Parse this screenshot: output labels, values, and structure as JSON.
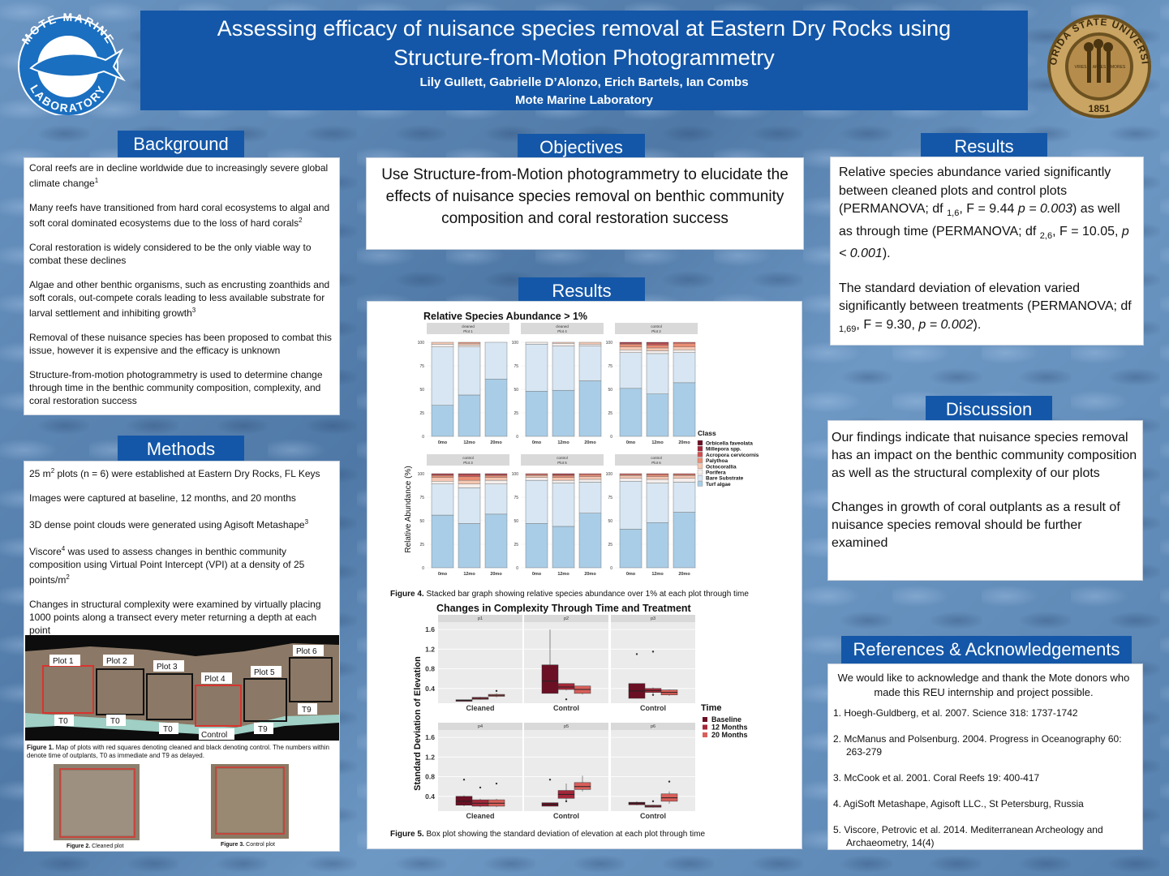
{
  "title": {
    "line1": "Assessing efficacy of nuisance species removal at Eastern Dry Rocks using",
    "line2": "Structure-from-Motion Photogrammetry",
    "authors": "Lily Gullett, Gabrielle D’Alonzo, Erich Bartels, Ian Combs",
    "institution": "Mote Marine Laboratory"
  },
  "logos": {
    "left": {
      "text_top": "MOTE MARINE",
      "text_bottom": "LABORATORY"
    },
    "right": {
      "text": "FLORIDA STATE UNIVERSITY",
      "year": "1851",
      "banner1": "VIRES",
      "banner2": "ARTES",
      "banner3": "MORES"
    }
  },
  "background": {
    "header": "Background",
    "p1": "Coral reefs are in decline worldwide due to increasingly severe global climate change",
    "p1_sup": "1",
    "p2": "Many reefs have transitioned from hard coral ecosystems to algal and soft coral dominated ecosystems due to the loss of hard corals",
    "p2_sup": "2",
    "p3": "Coral restoration is widely considered to be the only viable way to combat these declines",
    "p4": "Algae and other benthic organisms, such as encrusting zoanthids and soft corals, out-compete corals leading to less available substrate for larval settlement and inhibiting growth",
    "p4_sup": "3",
    "p5": "Removal of these nuisance species has been proposed to combat this issue, however it is expensive and the efficacy is unknown",
    "p6": "Structure-from-motion photogrammetry is used to determine change through time in the benthic community composition, complexity, and coral restoration success"
  },
  "methods": {
    "header": "Methods",
    "p1a": "25 m",
    "p1_sup": "2",
    "p1b": " plots (n = 6)  were established at Eastern Dry Rocks, FL Keys",
    "p2": "Images were captured at baseline, 12 months, and 20 months",
    "p3": "3D dense point clouds were generated using Agisoft Metashape",
    "p3_sup": "3",
    "p4a": "Viscore",
    "p4_sup": "4",
    "p4b": " was used to assess changes in benthic community composition using Virtual Point Intercept (VPI) at a density of 25 points/m",
    "p4_sup2": "2",
    "p5": "Changes in structural complexity were examined by virtually placing 1000 points along a transect every meter returning a depth at each point",
    "map_labels": [
      "Plot 1",
      "Plot 2",
      "Plot 3",
      "Plot 4",
      "Plot 5",
      "Plot 6",
      "T0",
      "T0",
      "T0",
      "Control",
      "T9",
      "T9"
    ],
    "fig1_label": "Figure 1.",
    "fig1_caption": " Map of plots with red squares denoting cleaned and black denoting control.  The numbers within denote time of outplants, T0 as immediate and T9 as delayed.",
    "fig2_label": "Figure 2.",
    "fig2_caption": " Cleaned plot",
    "fig3_label": "Figure 3.",
    "fig3_caption": " Control plot"
  },
  "objectives": {
    "header": "Objectives",
    "text": "Use Structure-from-Motion photogrammetry to elucidate the effects of nuisance species removal on benthic community composition and coral restoration success"
  },
  "results_center": {
    "header": "Results",
    "fig4_label": "Figure 4.",
    "fig4_caption": " Stacked bar graph showing relative species abundance over 1% at each plot through time",
    "fig5_label": "Figure 5.",
    "fig5_caption": " Box plot showing the standard deviation of elevation  at each plot through time"
  },
  "results_right": {
    "header": "Results",
    "p1a": "Relative species abundance varied significantly between cleaned plots and control plots (PERMANOVA; df ",
    "p1_sub1": "1,6",
    "p1b": ",  F = 9.44 ",
    "p1_p1": "p = 0.003",
    "p1c": ") as well as through time (PERMANOVA; df ",
    "p1_sub2": "2,6",
    "p1d": ", F = 10.05, ",
    "p1_p2": "p < 0.001",
    "p1e": ").",
    "p2a": "The standard deviation of elevation varied significantly between treatments (PERMANOVA; df ",
    "p2_sub": "1,69",
    "p2b": ",  F = 9.30, ",
    "p2_p": "p = 0.002",
    "p2c": ")."
  },
  "discussion": {
    "header": "Discussion",
    "p1": "Our findings indicate that nuisance species removal has an impact on the benthic community composition as well as the structural complexity of our plots",
    "p2": "Changes in growth of coral outplants as a result of nuisance species removal should be further examined"
  },
  "references": {
    "header": "References & Acknowledgements",
    "ack": "We would like to acknowledge and thank the Mote donors who made this REU internship and project possible.",
    "items": [
      "1.  Hoegh-Guldberg, et al. 2007. Science 318: 1737-1742",
      "2.  McManus and Polsenburg. 2004. Progress in Oceanography 60: 263-279",
      "3.  McCook et al. 2001. Coral Reefs 19: 400-417",
      "4.  AgiSoft Metashape, Agisoft LLC., St Petersburg, Russia",
      "5.  Viscore, Petrovic et al. 2014. Mediterranean Archeology and Archaeometry, 14(4)"
    ]
  },
  "chart_data": [
    {
      "type": "bar",
      "stacked": true,
      "title": "Relative Species Abundance > 1%",
      "ylabel": "Relative Abundance (%)",
      "ylim": [
        0,
        100
      ],
      "yticks": [
        "0",
        "25",
        "50",
        "75",
        "100"
      ],
      "categories": [
        "0mo",
        "12mo",
        "20mo"
      ],
      "legend_title": "Class",
      "legend_position": "right",
      "classes": [
        "Orbicella faveolata",
        "Millepora spp.",
        "Acropora cervicornis",
        "Palythoa",
        "Octocorallia",
        "Porifera",
        "Bare Substrate",
        "Turf algae"
      ],
      "colors": {
        "Orbicella faveolata": "#6b0f24",
        "Millepora spp.": "#a4283a",
        "Acropora cervicornis": "#cf4f4f",
        "Palythoa": "#ea8e74",
        "Octocorallia": "#f5c7b2",
        "Porifera": "#f4eeec",
        "Bare Substrate": "#d7e6f2",
        "Turf algae": "#a9cde6"
      },
      "panels": [
        {
          "strip1": "cleaned",
          "strip2": "Plot 1",
          "stacks": [
            {
              "Turf algae": 33,
              "Bare Substrate": 62,
              "Porifera": 3,
              "Octocorallia": 2
            },
            {
              "Turf algae": 44,
              "Bare Substrate": 51,
              "Porifera": 2,
              "Octocorallia": 2,
              "Palythoa": 1
            },
            {
              "Turf algae": 61,
              "Bare Substrate": 39
            }
          ]
        },
        {
          "strip1": "cleaned",
          "strip2": "Plot 4",
          "stacks": [
            {
              "Turf algae": 48,
              "Bare Substrate": 50,
              "Porifera": 2
            },
            {
              "Turf algae": 49,
              "Bare Substrate": 47,
              "Porifera": 3,
              "Octocorallia": 1
            },
            {
              "Turf algae": 59,
              "Bare Substrate": 37,
              "Porifera": 2,
              "Octocorallia": 2
            }
          ]
        },
        {
          "strip1": "control",
          "strip2": "Plot 2",
          "stacks": [
            {
              "Turf algae": 51,
              "Bare Substrate": 38,
              "Porifera": 3,
              "Octocorallia": 3,
              "Palythoa": 3,
              "Acropora cervicornis": 1,
              "Millepora spp.": 1
            },
            {
              "Turf algae": 45,
              "Bare Substrate": 43,
              "Porifera": 3,
              "Octocorallia": 3,
              "Palythoa": 3,
              "Acropora cervicornis": 2,
              "Millepora spp.": 1
            },
            {
              "Turf algae": 57,
              "Bare Substrate": 32,
              "Porifera": 3,
              "Octocorallia": 3,
              "Palythoa": 4,
              "Acropora cervicornis": 1
            }
          ]
        },
        {
          "strip1": "control",
          "strip2": "Plot 3",
          "stacks": [
            {
              "Turf algae": 56,
              "Bare Substrate": 33,
              "Porifera": 3,
              "Octocorallia": 4,
              "Palythoa": 2,
              "Acropora cervicornis": 1,
              "Millepora spp.": 1
            },
            {
              "Turf algae": 47,
              "Bare Substrate": 38,
              "Porifera": 4,
              "Octocorallia": 4,
              "Palythoa": 4,
              "Acropora cervicornis": 2,
              "Millepora spp.": 1
            },
            {
              "Turf algae": 57,
              "Bare Substrate": 32,
              "Porifera": 4,
              "Octocorallia": 3,
              "Palythoa": 2,
              "Acropora cervicornis": 1,
              "Millepora spp.": 1
            }
          ]
        },
        {
          "strip1": "control",
          "strip2": "Plot 5",
          "stacks": [
            {
              "Turf algae": 47,
              "Bare Substrate": 46,
              "Porifera": 3,
              "Octocorallia": 2,
              "Palythoa": 1,
              "Acropora cervicornis": 1
            },
            {
              "Turf algae": 44,
              "Bare Substrate": 46,
              "Porifera": 3,
              "Octocorallia": 3,
              "Palythoa": 2,
              "Acropora cervicornis": 1,
              "Millepora spp.": 1
            },
            {
              "Turf algae": 58,
              "Bare Substrate": 33,
              "Porifera": 3,
              "Octocorallia": 3,
              "Palythoa": 2,
              "Acropora cervicornis": 1
            }
          ]
        },
        {
          "strip1": "control",
          "strip2": "Plot 6",
          "stacks": [
            {
              "Turf algae": 41,
              "Bare Substrate": 51,
              "Porifera": 3,
              "Octocorallia": 3,
              "Palythoa": 1,
              "Acropora cervicornis": 1
            },
            {
              "Turf algae": 48,
              "Bare Substrate": 42,
              "Porifera": 4,
              "Octocorallia": 3,
              "Palythoa": 2,
              "Acropora cervicornis": 1
            },
            {
              "Turf algae": 59,
              "Bare Substrate": 32,
              "Porifera": 4,
              "Octocorallia": 3,
              "Palythoa": 1,
              "Acropora cervicornis": 1
            }
          ]
        }
      ]
    },
    {
      "type": "boxplot",
      "title": "Changes in Complexity Through Time and Treatment",
      "ylabel": "Standard Deviation of Elevation",
      "yticks": [
        0.4,
        0.8,
        1.2,
        1.6
      ],
      "ylim": [
        0.1,
        1.75
      ],
      "legend_title": "Time",
      "legend_position": "right",
      "series": [
        {
          "name": "Baseline",
          "color": "#6b0f24"
        },
        {
          "name": "12 Months",
          "color": "#a4283a"
        },
        {
          "name": "20 Months",
          "color": "#d95f5a"
        }
      ],
      "panels": [
        {
          "strip": "p1",
          "xlabel": "Cleaned",
          "boxes": [
            {
              "q1": 0.14,
              "med": 0.16,
              "q3": 0.17,
              "lo": 0.14,
              "hi": 0.17,
              "out": []
            },
            {
              "q1": 0.18,
              "med": 0.2,
              "q3": 0.22,
              "lo": 0.17,
              "hi": 0.23,
              "out": []
            },
            {
              "q1": 0.24,
              "med": 0.26,
              "q3": 0.28,
              "lo": 0.22,
              "hi": 0.3,
              "out": [
                0.35
              ]
            }
          ]
        },
        {
          "strip": "p2",
          "xlabel": "Control",
          "boxes": [
            {
              "q1": 0.3,
              "med": 0.55,
              "q3": 0.88,
              "lo": 0.3,
              "hi": 1.6,
              "out": []
            },
            {
              "q1": 0.38,
              "med": 0.43,
              "q3": 0.5,
              "lo": 0.36,
              "hi": 0.5,
              "out": [
                0.18
              ]
            },
            {
              "q1": 0.3,
              "med": 0.38,
              "q3": 0.45,
              "lo": 0.28,
              "hi": 0.45,
              "out": []
            }
          ]
        },
        {
          "strip": "p3",
          "xlabel": "Control",
          "boxes": [
            {
              "q1": 0.2,
              "med": 0.35,
              "q3": 0.5,
              "lo": 0.2,
              "hi": 0.5,
              "out": [
                1.1
              ]
            },
            {
              "q1": 0.32,
              "med": 0.36,
              "q3": 0.4,
              "lo": 0.3,
              "hi": 0.42,
              "out": [
                1.15,
                0.27
              ]
            },
            {
              "q1": 0.27,
              "med": 0.32,
              "q3": 0.37,
              "lo": 0.25,
              "hi": 0.38,
              "out": []
            }
          ]
        },
        {
          "strip": "p4",
          "xlabel": "Cleaned",
          "boxes": [
            {
              "q1": 0.22,
              "med": 0.3,
              "q3": 0.4,
              "lo": 0.2,
              "hi": 0.42,
              "out": [
                0.74
              ]
            },
            {
              "q1": 0.2,
              "med": 0.26,
              "q3": 0.33,
              "lo": 0.18,
              "hi": 0.35,
              "out": [
                0.58
              ]
            },
            {
              "q1": 0.2,
              "med": 0.26,
              "q3": 0.33,
              "lo": 0.18,
              "hi": 0.35,
              "out": [
                0.66
              ]
            }
          ]
        },
        {
          "strip": "p5",
          "xlabel": "Control",
          "boxes": [
            {
              "q1": 0.2,
              "med": 0.24,
              "q3": 0.27,
              "lo": 0.2,
              "hi": 0.27,
              "out": [
                0.74
              ]
            },
            {
              "q1": 0.36,
              "med": 0.44,
              "q3": 0.52,
              "lo": 0.3,
              "hi": 0.66,
              "out": [
                0.3
              ]
            },
            {
              "q1": 0.54,
              "med": 0.6,
              "q3": 0.68,
              "lo": 0.5,
              "hi": 0.82,
              "out": []
            }
          ]
        },
        {
          "strip": "p6",
          "xlabel": "Control",
          "boxes": [
            {
              "q1": 0.23,
              "med": 0.26,
              "q3": 0.28,
              "lo": 0.22,
              "hi": 0.3,
              "out": []
            },
            {
              "q1": 0.18,
              "med": 0.2,
              "q3": 0.22,
              "lo": 0.17,
              "hi": 0.23,
              "out": [
                0.3
              ]
            },
            {
              "q1": 0.3,
              "med": 0.37,
              "q3": 0.45,
              "lo": 0.25,
              "hi": 0.5,
              "out": [
                0.7
              ]
            }
          ]
        }
      ]
    }
  ]
}
